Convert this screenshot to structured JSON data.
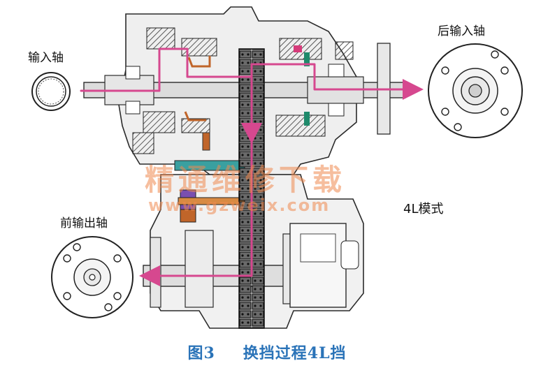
{
  "labels": {
    "input_shaft": "输入轴",
    "rear_input_shaft": "后输入轴",
    "front_output_shaft": "前输出轴",
    "mode": "4L模式"
  },
  "caption": {
    "figure": "图3",
    "title": "换挡过程4L挡"
  },
  "watermark": {
    "cn": "精通维修下载",
    "url": "www.gzweix.com"
  },
  "colors": {
    "power_flow": "#d6488f",
    "caption": "#2a73b8",
    "watermark": "#f08a50",
    "housing": "#2b2b2b"
  }
}
